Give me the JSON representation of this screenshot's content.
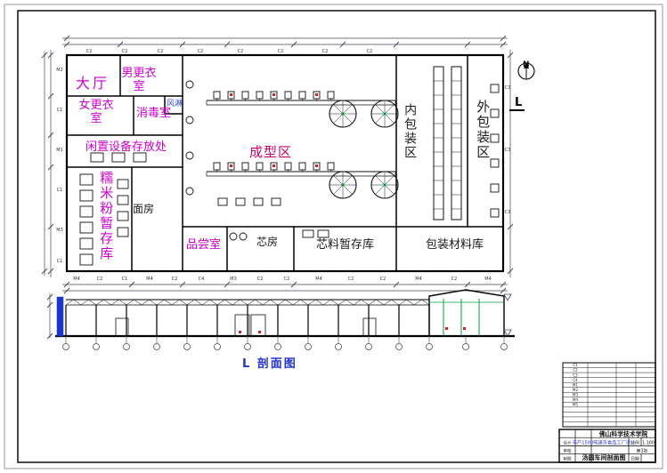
{
  "plan": {
    "north_label": "N",
    "section_marker": "L",
    "rooms": [
      {
        "key": "lobby",
        "label": "大厅",
        "color": "#cc00cc"
      },
      {
        "key": "mens-changing-room",
        "label": "男更衣室",
        "color": "#cc00cc"
      },
      {
        "key": "womens-changing-room",
        "label": "女更衣室",
        "color": "#cc00cc"
      },
      {
        "key": "disinfection-room",
        "label": "消毒室",
        "color": "#cc00cc"
      },
      {
        "key": "air-shower",
        "label": "风淋",
        "color": "#2244cc"
      },
      {
        "key": "idle-equipment-storage",
        "label": "闲置设备存放处",
        "color": "#cc00cc"
      },
      {
        "key": "forming-area",
        "label": "成型区",
        "color": "#cc0066"
      },
      {
        "key": "rice-flour-storage",
        "label": "糯米粉暂存库",
        "color": "#cc00cc"
      },
      {
        "key": "dough-room",
        "label": "面房",
        "color": "#1a1a1a"
      },
      {
        "key": "tasting-room",
        "label": "品尝室",
        "color": "#cc00cc"
      },
      {
        "key": "filling-room",
        "label": "芯房",
        "color": "#1a1a1a"
      },
      {
        "key": "filling-material-storage",
        "label": "芯料暂存库",
        "color": "#1a1a1a"
      },
      {
        "key": "packaging-material-warehouse",
        "label": "包装材料库",
        "color": "#1a1a1a"
      },
      {
        "key": "inner-packaging-area",
        "label": "内包装区",
        "color": "#1a1a1a"
      },
      {
        "key": "outer-packaging-area",
        "label": "外包装区",
        "color": "#1a1a1a"
      }
    ],
    "tags": {
      "top": [
        "C2",
        "C2",
        "C2",
        "C2",
        "C2",
        "C2",
        "C2",
        "C2"
      ],
      "bottom": [
        "M4",
        "C2",
        "C1",
        "M4",
        "C2",
        "C4",
        "M3",
        "C2",
        "C2",
        "M4",
        "C2",
        "C2",
        "M4",
        "C2",
        "M4"
      ],
      "left": [
        "M2",
        "C1",
        "M1",
        "C1",
        "M3",
        "C1"
      ],
      "right": [
        "C3",
        "C3",
        "C3"
      ]
    }
  },
  "section": {
    "title": "L 剖面图",
    "color": "#2233cc"
  },
  "title_block": {
    "school": "佛山科学技术学院",
    "project": "年产1500吨速冻食品工厂设计",
    "drawing_title": "汤圆车间剖面图",
    "design_label": "设计",
    "check_label": "审核",
    "draft_label": "制图",
    "scale_label": "比例",
    "scale_value": "1:100",
    "sheet_value": "第3张",
    "date_label": "日期"
  },
  "schedule": {
    "rows": [
      [
        "C1",
        "",
        "",
        ""
      ],
      [
        "C2",
        "",
        "",
        ""
      ],
      [
        "C3",
        "",
        "",
        ""
      ],
      [
        "C4",
        "",
        "",
        ""
      ],
      [
        "M1",
        "",
        "",
        ""
      ],
      [
        "M2",
        "",
        "",
        ""
      ],
      [
        "M3",
        "",
        "",
        ""
      ],
      [
        "M4",
        "",
        "",
        ""
      ],
      [
        "M5",
        "",
        "",
        ""
      ],
      [
        "",
        "",
        "",
        ""
      ],
      [
        "",
        "",
        "",
        ""
      ],
      [
        "",
        "",
        "",
        ""
      ],
      [
        "",
        "",
        "",
        ""
      ]
    ]
  }
}
